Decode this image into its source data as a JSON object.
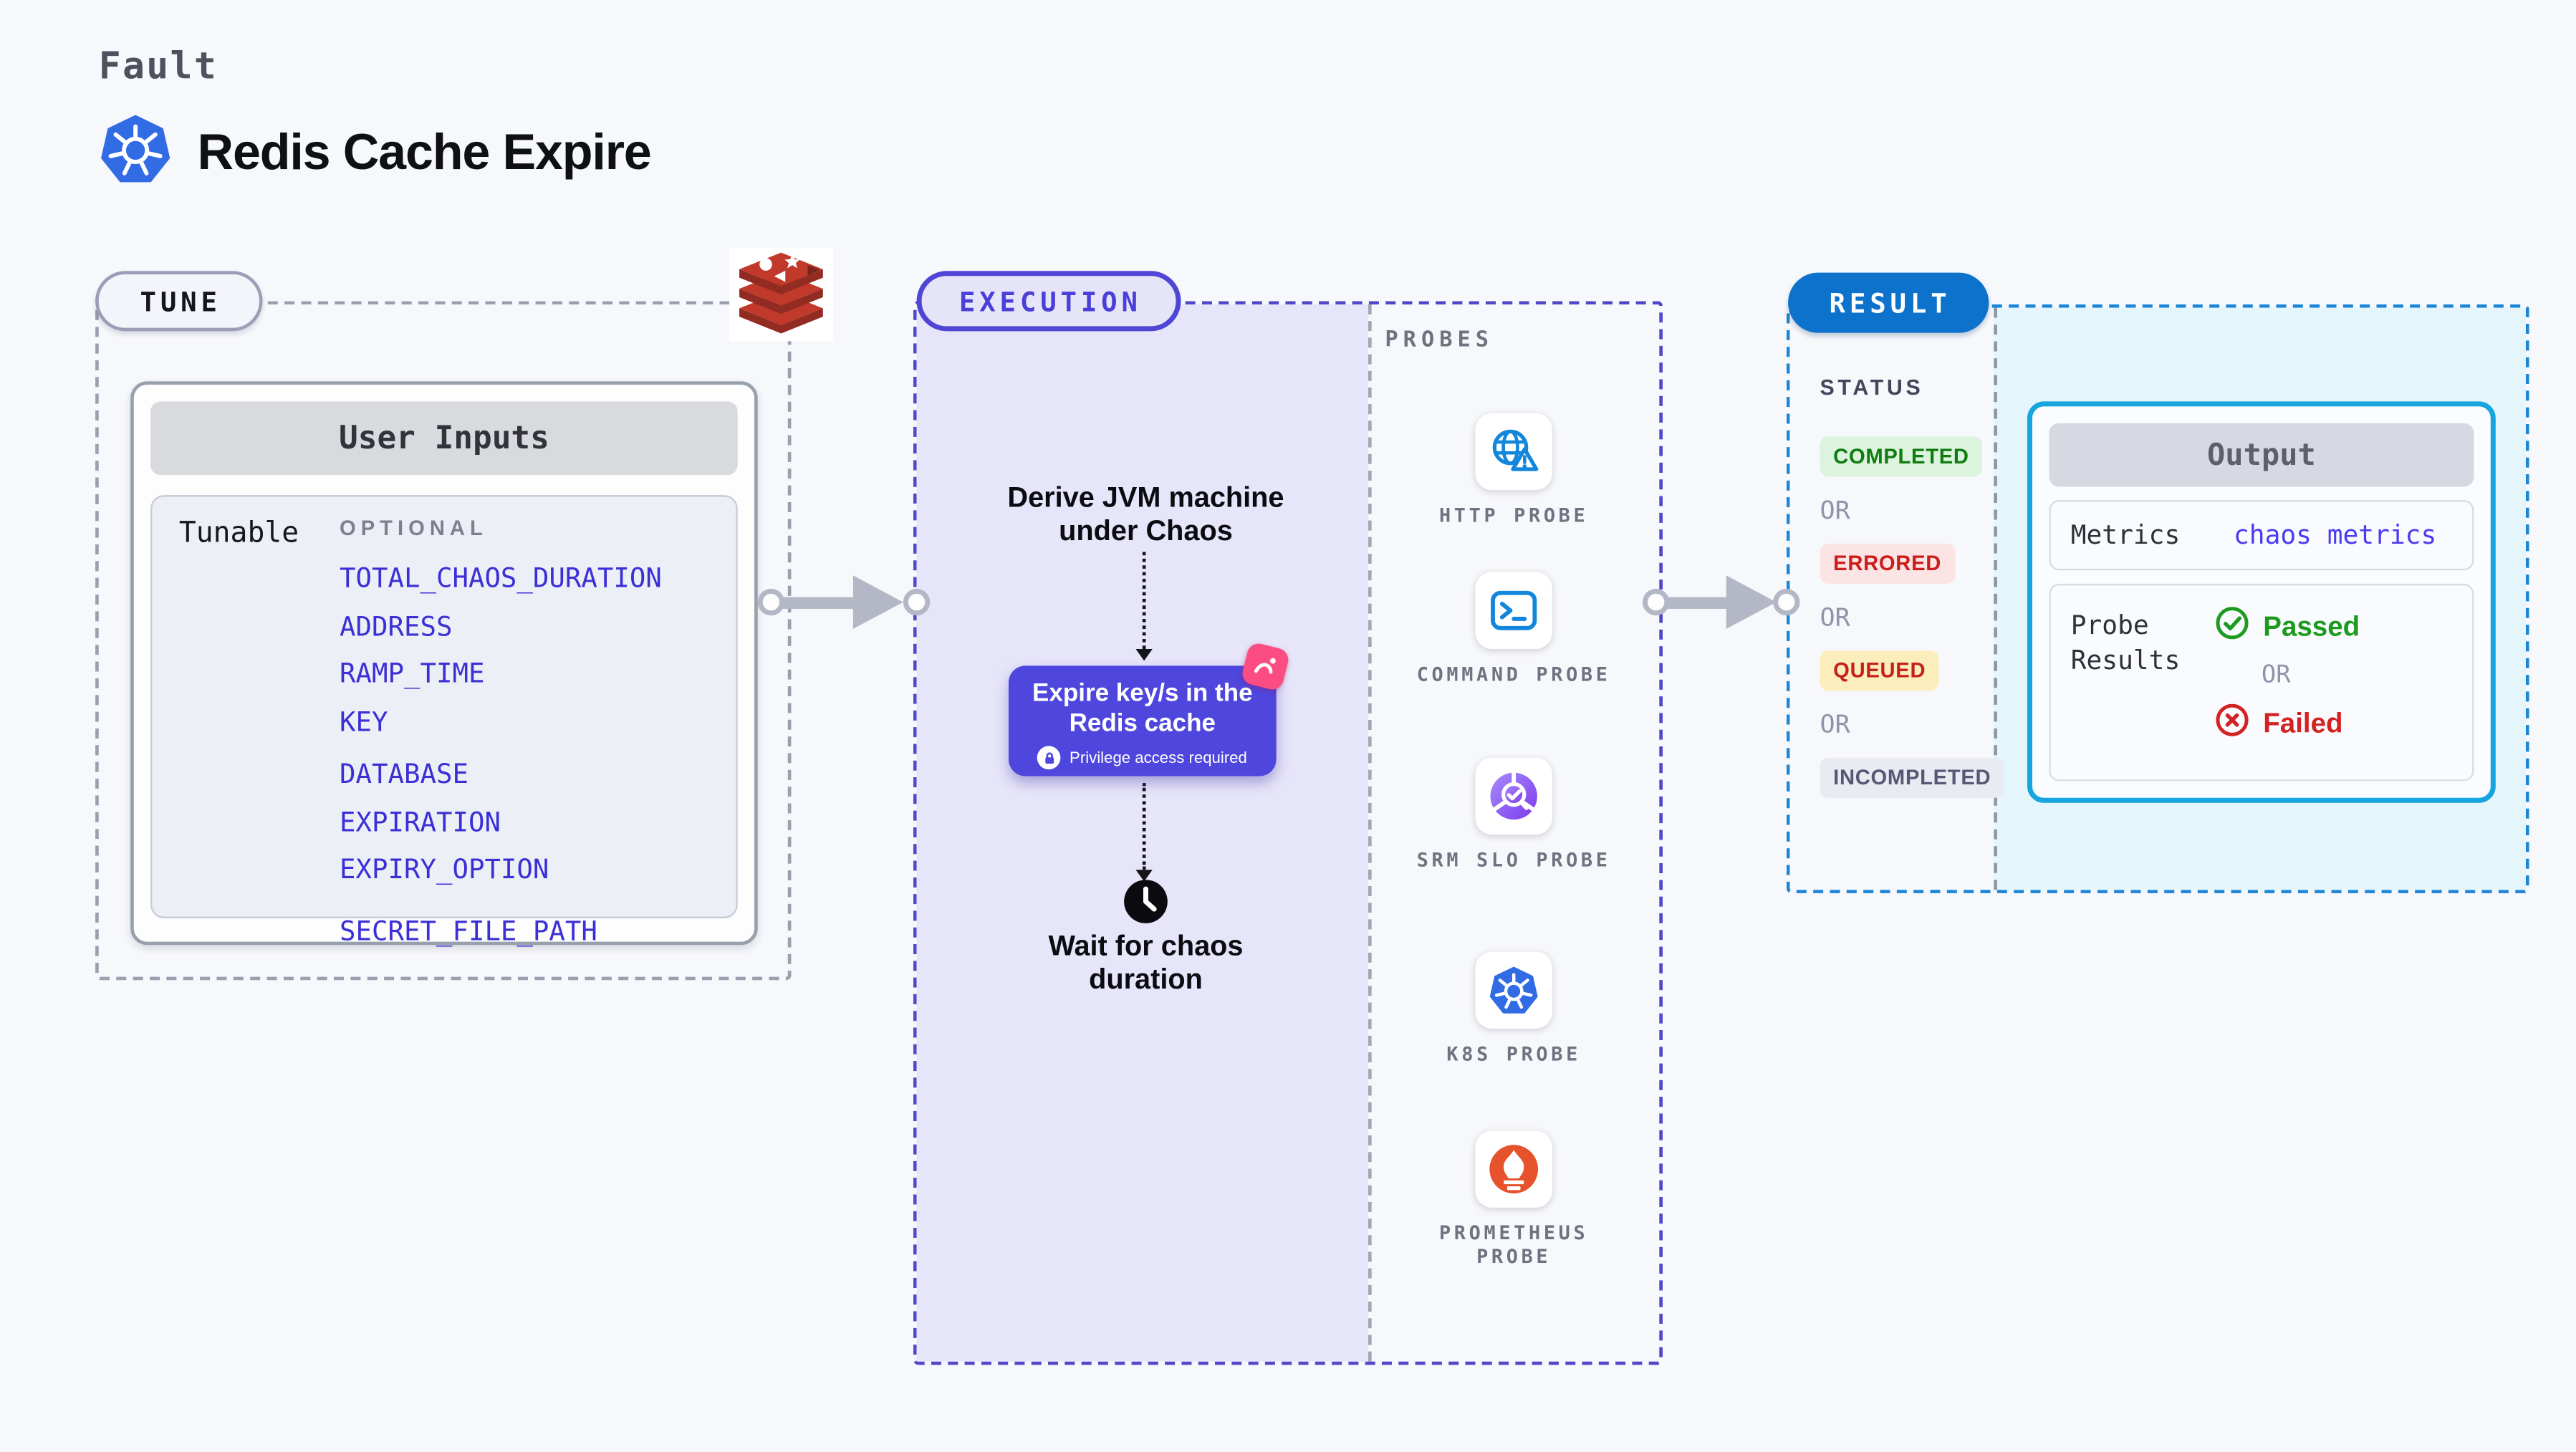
{
  "palette": {
    "page_bg": "#f7f8fb",
    "indigo_accent": "#4f46dd",
    "execution_fill": "#e7e5f9",
    "result_blue": "#0c72cb",
    "result_fill": "#e4f5fb",
    "output_border": "#16a5de",
    "link_blue": "#3b2fd6",
    "redis_red": "#c0392b",
    "kubernetes_blue": "#326ce5",
    "prometheus_orange": "#e6522c",
    "probe_icon_blue": "#1286db",
    "chaos_pink": "#fb4d83",
    "passed_green": "#1d9b1f",
    "failed_red": "#d32222"
  },
  "header": {
    "kind": "Fault",
    "title": "Redis Cache Expire",
    "icon": "kubernetes-icon"
  },
  "tune": {
    "badge": "TUNE",
    "service_icon": "redis-icon",
    "card": {
      "title": "User Inputs",
      "row_label": "Tunable",
      "group_label": "OPTIONAL",
      "params": [
        "TOTAL_CHAOS_DURATION",
        "ADDRESS",
        "RAMP_TIME",
        "KEY",
        "DATABASE",
        "EXPIRATION",
        "EXPIRY_OPTION",
        "SECRET_FILE_PATH"
      ]
    }
  },
  "execution": {
    "badge": "EXECUTION",
    "pre_step": "Derive JVM machine under Chaos",
    "action": {
      "label": "Expire key/s in the Redis cache",
      "note": "Privilege access required",
      "badge_icon": "chaos-icon",
      "note_icon": "lock-icon"
    },
    "post_step": "Wait for chaos duration",
    "post_icon": "clock-icon"
  },
  "probes": {
    "title": "PROBES",
    "items": [
      {
        "label": "HTTP PROBE",
        "icon": "http-probe-icon"
      },
      {
        "label": "COMMAND PROBE",
        "icon": "command-probe-icon"
      },
      {
        "label": "SRM SLO PROBE",
        "icon": "srm-slo-probe-icon"
      },
      {
        "label": "K8S PROBE",
        "icon": "k8s-probe-icon"
      },
      {
        "label": "PROMETHEUS PROBE",
        "icon": "prometheus-probe-icon"
      }
    ]
  },
  "result": {
    "badge": "RESULT",
    "status": {
      "title": "STATUS",
      "or": "OR",
      "badges": [
        {
          "label": "COMPLETED",
          "bg": "#dcf3dd",
          "fg": "#107c10"
        },
        {
          "label": "ERRORED",
          "bg": "#fce4e4",
          "fg": "#cc1d1d"
        },
        {
          "label": "QUEUED",
          "bg": "#fbeebc",
          "fg": "#c5201d"
        },
        {
          "label": "INCOMPLETED",
          "bg": "#e9eaf2",
          "fg": "#555974"
        }
      ]
    },
    "output": {
      "title": "Output",
      "metrics_label": "Metrics",
      "metrics_value": "chaos metrics",
      "probe_results_label": "Probe Results",
      "passed": "Passed",
      "or": "OR",
      "failed": "Failed"
    }
  }
}
